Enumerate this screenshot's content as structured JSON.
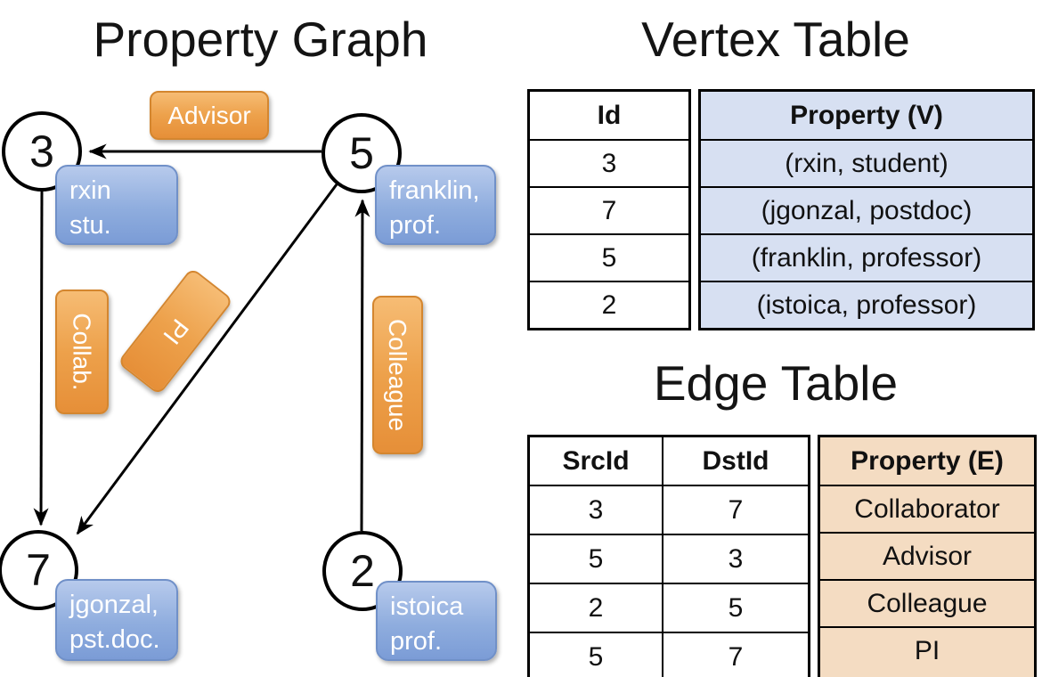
{
  "graph": {
    "title": "Property Graph",
    "nodes": {
      "n3": {
        "id": "3",
        "prop_line1": "rxin",
        "prop_line2": "stu."
      },
      "n5": {
        "id": "5",
        "prop_line1": "franklin,",
        "prop_line2": "prof."
      },
      "n7": {
        "id": "7",
        "prop_line1": "jgonzal,",
        "prop_line2": "pst.doc."
      },
      "n2": {
        "id": "2",
        "prop_line1": "istoica",
        "prop_line2": "prof."
      }
    },
    "edge_labels": {
      "advisor": "Advisor",
      "collab": "Collab.",
      "pi": "PI",
      "colleague": "Colleague"
    }
  },
  "vertex_table": {
    "title": "Vertex Table",
    "headers": {
      "id": "Id",
      "property": "Property (V)"
    },
    "rows": [
      {
        "id": "3",
        "property": "(rxin, student)"
      },
      {
        "id": "7",
        "property": "(jgonzal, postdoc)"
      },
      {
        "id": "5",
        "property": "(franklin, professor)"
      },
      {
        "id": "2",
        "property": "(istoica, professor)"
      }
    ]
  },
  "edge_table": {
    "title": "Edge Table",
    "headers": {
      "src": "SrcId",
      "dst": "DstId",
      "property": "Property (E)"
    },
    "rows": [
      {
        "src": "3",
        "dst": "7",
        "property": "Collaborator"
      },
      {
        "src": "5",
        "dst": "3",
        "property": "Advisor"
      },
      {
        "src": "2",
        "dst": "5",
        "property": "Colleague"
      },
      {
        "src": "5",
        "dst": "7",
        "property": "PI"
      }
    ]
  },
  "colors": {
    "edge_label_fill": "#eda14b",
    "vertex_label_fill": "#8fadde",
    "vertex_cell_bg": "#d7e0f2",
    "edge_cell_bg": "#f4dcc2",
    "line_color": "#000000"
  }
}
